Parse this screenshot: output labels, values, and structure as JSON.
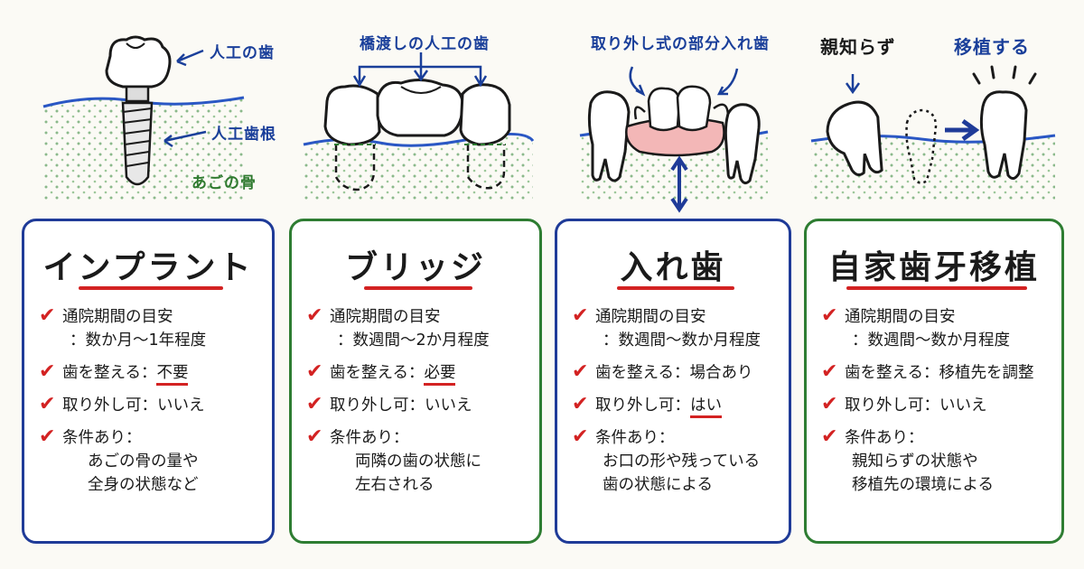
{
  "illustrations": {
    "implant": {
      "crown_label": "人工の歯",
      "root_label": "人工歯根",
      "bone_label": "あごの骨"
    },
    "bridge": {
      "label": "橋渡しの人工の歯"
    },
    "denture": {
      "label": "取り外し式の部分入れ歯"
    },
    "transplant": {
      "left_label": "親知らず",
      "right_label": "移植する"
    }
  },
  "cards": [
    {
      "title": "インプラント",
      "border_color": "#1f3b98",
      "period_label": "通院期間の目安",
      "period_value": "：数か月～1年程度",
      "adjust_label": "歯を整える：",
      "adjust_value": "不要",
      "removable_label": "取り外し可：",
      "removable_value": "いいえ",
      "condition_label": "条件あり：",
      "condition_line1": "あごの骨の量や",
      "condition_line2": "全身の状態など"
    },
    {
      "title": "ブリッジ",
      "border_color": "#2e7d32",
      "period_label": "通院期間の目安",
      "period_value": "：数週間～2か月程度",
      "adjust_label": "歯を整える：",
      "adjust_value": "必要",
      "removable_label": "取り外し可：",
      "removable_value": "いいえ",
      "condition_label": "条件あり：",
      "condition_line1": "両隣の歯の状態に",
      "condition_line2": "左右される"
    },
    {
      "title": "入れ歯",
      "border_color": "#1f3b98",
      "period_label": "通院期間の目安",
      "period_value": "：数週間～数か月程度",
      "adjust_label": "歯を整える：",
      "adjust_value": "場合あり",
      "removable_label": "取り外し可：",
      "removable_value": "はい",
      "condition_label": "条件あり：",
      "condition_line1": "お口の形や残っている",
      "condition_line2": "歯の状態による"
    },
    {
      "title": "自家歯牙移植",
      "border_color": "#2e7d32",
      "period_label": "通院期間の目安",
      "period_value": "：数週間～数か月程度",
      "adjust_label": "歯を整える：",
      "adjust_value": "移植先を調整",
      "removable_label": "取り外し可：",
      "removable_value": "いいえ",
      "condition_label": "条件あり：",
      "condition_line1": "親知らずの状態や",
      "condition_line2": "移植先の環境による"
    }
  ],
  "colors": {
    "blue": "#1f3b98",
    "green": "#2e7d32",
    "red": "#d32222",
    "gum_line": "#2a57c4",
    "bone": "#8bb98b",
    "denture_base": "#f3b7b7"
  },
  "check_icon": "✔"
}
